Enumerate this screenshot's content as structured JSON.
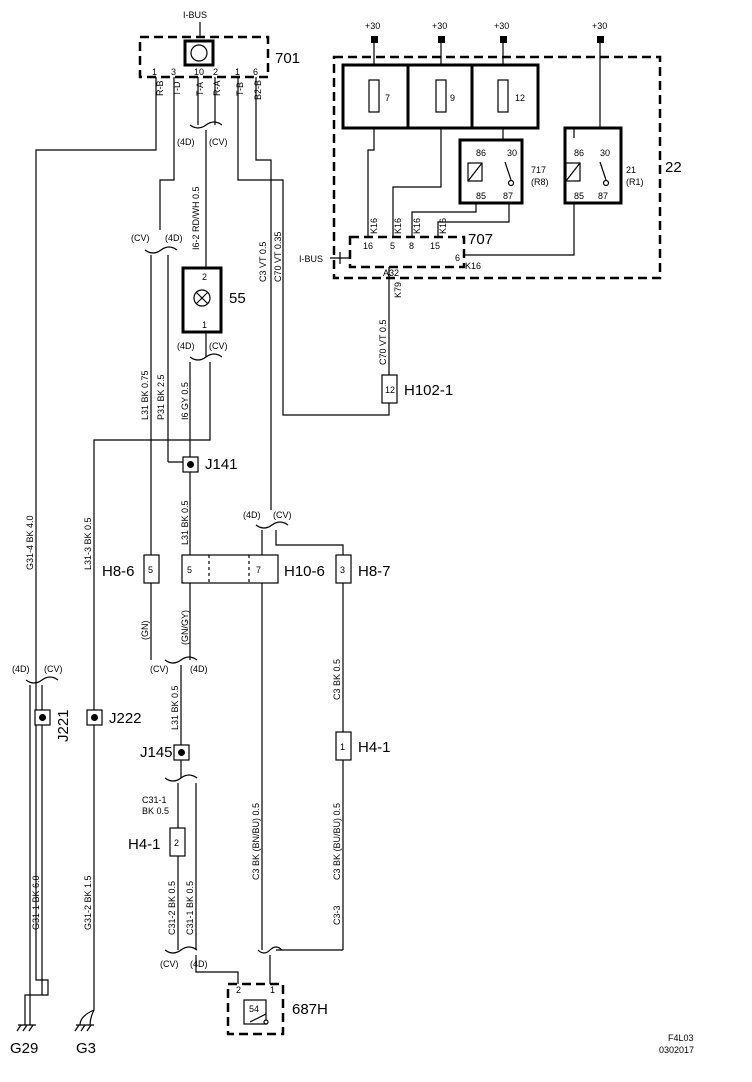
{
  "supply": "+30",
  "ibus_top": "I-BUS",
  "ibus_side": "I-BUS",
  "components": {
    "c701": "701",
    "c22": "22",
    "c707": "707",
    "c55": "55",
    "h102": "H102-1",
    "j141": "J141",
    "h86": "H8-6",
    "h106": "H10-6",
    "h87": "H8-7",
    "j221": "J221",
    "j222": "J222",
    "j145": "J145",
    "h41a": "H4-1",
    "h41b": "H4-1",
    "c687": "687H",
    "g29": "G29",
    "g3": "G3"
  },
  "fuses": [
    "7",
    "9",
    "12"
  ],
  "relays": {
    "r717": {
      "id": "717",
      "sub": "(R8)",
      "p86": "86",
      "p30": "30",
      "p85": "85",
      "p87": "87"
    },
    "r21": {
      "id": "21",
      "sub": "(R1)",
      "p86": "86",
      "p30": "30",
      "p85": "85",
      "p87": "87"
    }
  },
  "pins701": {
    "p1": "1",
    "p3": "3",
    "p10": "10",
    "p2": "2",
    "p1b": "1",
    "p6": "6"
  },
  "sig701": {
    "rb1": "R-B",
    "td": "T-D",
    "ta": "T-A",
    "ra": "R-A",
    "tb": "T-B",
    "b2b": "B2-B"
  },
  "pins707": {
    "p16": "16",
    "p5": "5",
    "p8": "8",
    "p15": "15",
    "p6": "6",
    "a32": "A32"
  },
  "k16": "K16",
  "k79": "K79",
  "variants": {
    "v4d": "(4D)",
    "vcv": "(CV)"
  },
  "wires": {
    "rdwh": "I6-2  RD/WH  0.5",
    "c3vt": "C3  VT  0.5",
    "c70vt": "C70  VT  0.35",
    "c70vt05": "C70  VT  0.5",
    "l31bk075": "L31  BK  0.75",
    "p31bk25": "P31  BK  2.5",
    "i6gy": "I6  GY  0.5",
    "g314": "G31-4  BK  4.0",
    "l313": "L31-3  BK  0.5",
    "l31bk05": "L31  BK  0.5",
    "c3bkbnbu": "C3  BK (BN/BU)  0.5",
    "c3bk05": "C3  BK  0.5",
    "l31bk05b": "L31  BK  0.5",
    "c311a": "C31-1",
    "c311b": "BK  0.5",
    "c3bkbubu": "C3  BK (BU/BU)  0.5",
    "g311": "G31-1  BK  6.0",
    "g312": "G31-2  BK  1.5",
    "c312": "C31-2  BK  0.5",
    "c311c": "C31-1  BK  0.5",
    "c33": "C3-3"
  },
  "insul": {
    "gn": "(GN)",
    "gngy": "(GN/GY)"
  },
  "pinnums": {
    "p55a": "2",
    "p55b": "1",
    "p102": "12",
    "p86": "5",
    "p106a": "5",
    "p106b": "7",
    "p87": "3",
    "ph41b": "1",
    "ph41a": "2",
    "p687a": "2",
    "p687b": "1",
    "p687c": "54"
  },
  "footer": {
    "code": "F4L03",
    "date": "0302017"
  }
}
